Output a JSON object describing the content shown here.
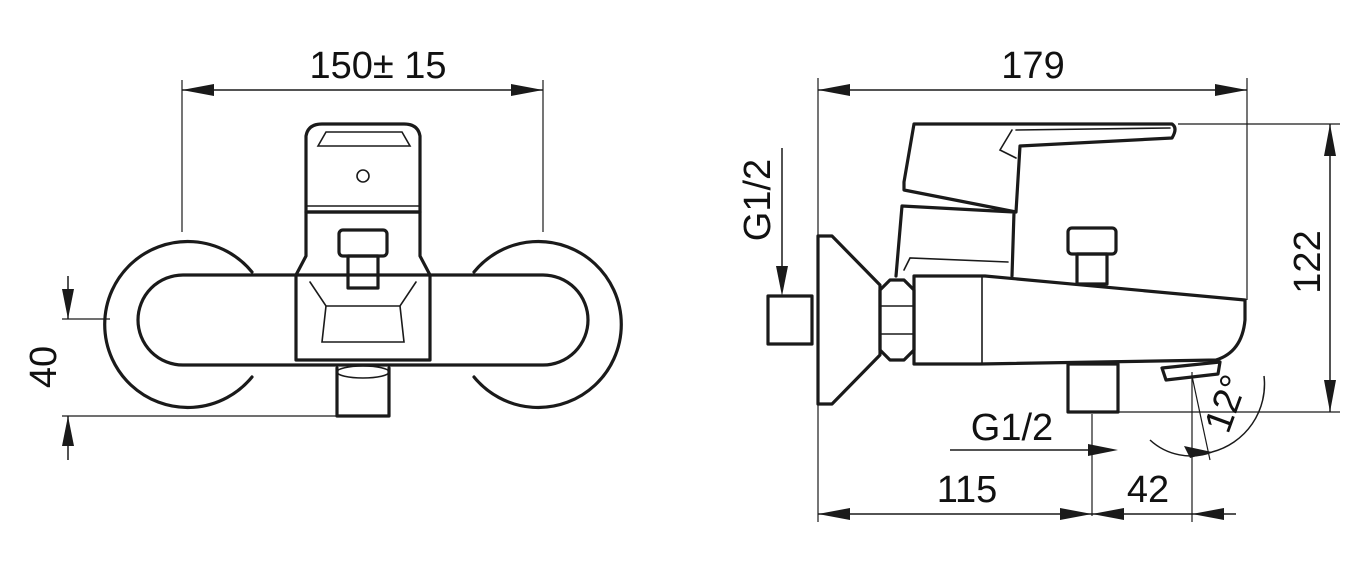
{
  "front_view": {
    "width_label": "150± 15",
    "depth_label": "40"
  },
  "side_view": {
    "overall_width_label": "179",
    "height_label": "122",
    "inlet_thread_label": "G1/2",
    "outlet_thread_label": "G1/2",
    "wall_to_outlet_label": "115",
    "outlet_to_spout_label": "42",
    "spout_angle_label": "12°"
  }
}
